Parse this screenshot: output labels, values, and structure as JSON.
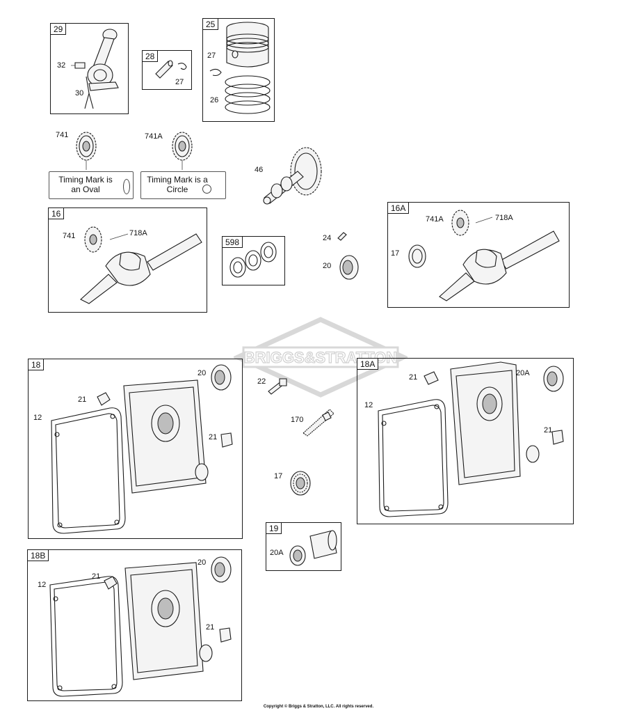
{
  "watermark": {
    "text": "BRIGGS&STRATTON"
  },
  "copyright": "Copyright © Briggs & Stratton, LLC. All rights reserved.",
  "groups": {
    "g29": {
      "id": "29",
      "callouts": [
        "32",
        "30"
      ]
    },
    "g28": {
      "id": "28",
      "callouts": [
        "27"
      ]
    },
    "g25": {
      "id": "25",
      "callouts": [
        "27",
        "26"
      ]
    },
    "g16": {
      "id": "16",
      "callouts": [
        "741",
        "718A"
      ]
    },
    "g598": {
      "id": "598"
    },
    "g16A": {
      "id": "16A",
      "callouts": [
        "741A",
        "718A",
        "17"
      ]
    },
    "g18": {
      "id": "18",
      "callouts": [
        "20",
        "21",
        "12",
        "21"
      ]
    },
    "g18A": {
      "id": "18A",
      "callouts": [
        "21",
        "20A",
        "12",
        "21"
      ]
    },
    "g18B": {
      "id": "18B",
      "callouts": [
        "20",
        "21",
        "12",
        "21"
      ]
    },
    "g19": {
      "id": "19",
      "callouts": [
        "20A"
      ]
    }
  },
  "gears": {
    "g741": {
      "label": "741",
      "note": "Timing Mark is an Oval"
    },
    "g741A": {
      "label": "741A",
      "note": "Timing Mark is a Circle"
    }
  },
  "loose": {
    "camshaft": "46",
    "pin24": "24",
    "seal20": "20",
    "bolt22": "22",
    "stud170": "170",
    "bearing17": "17"
  }
}
